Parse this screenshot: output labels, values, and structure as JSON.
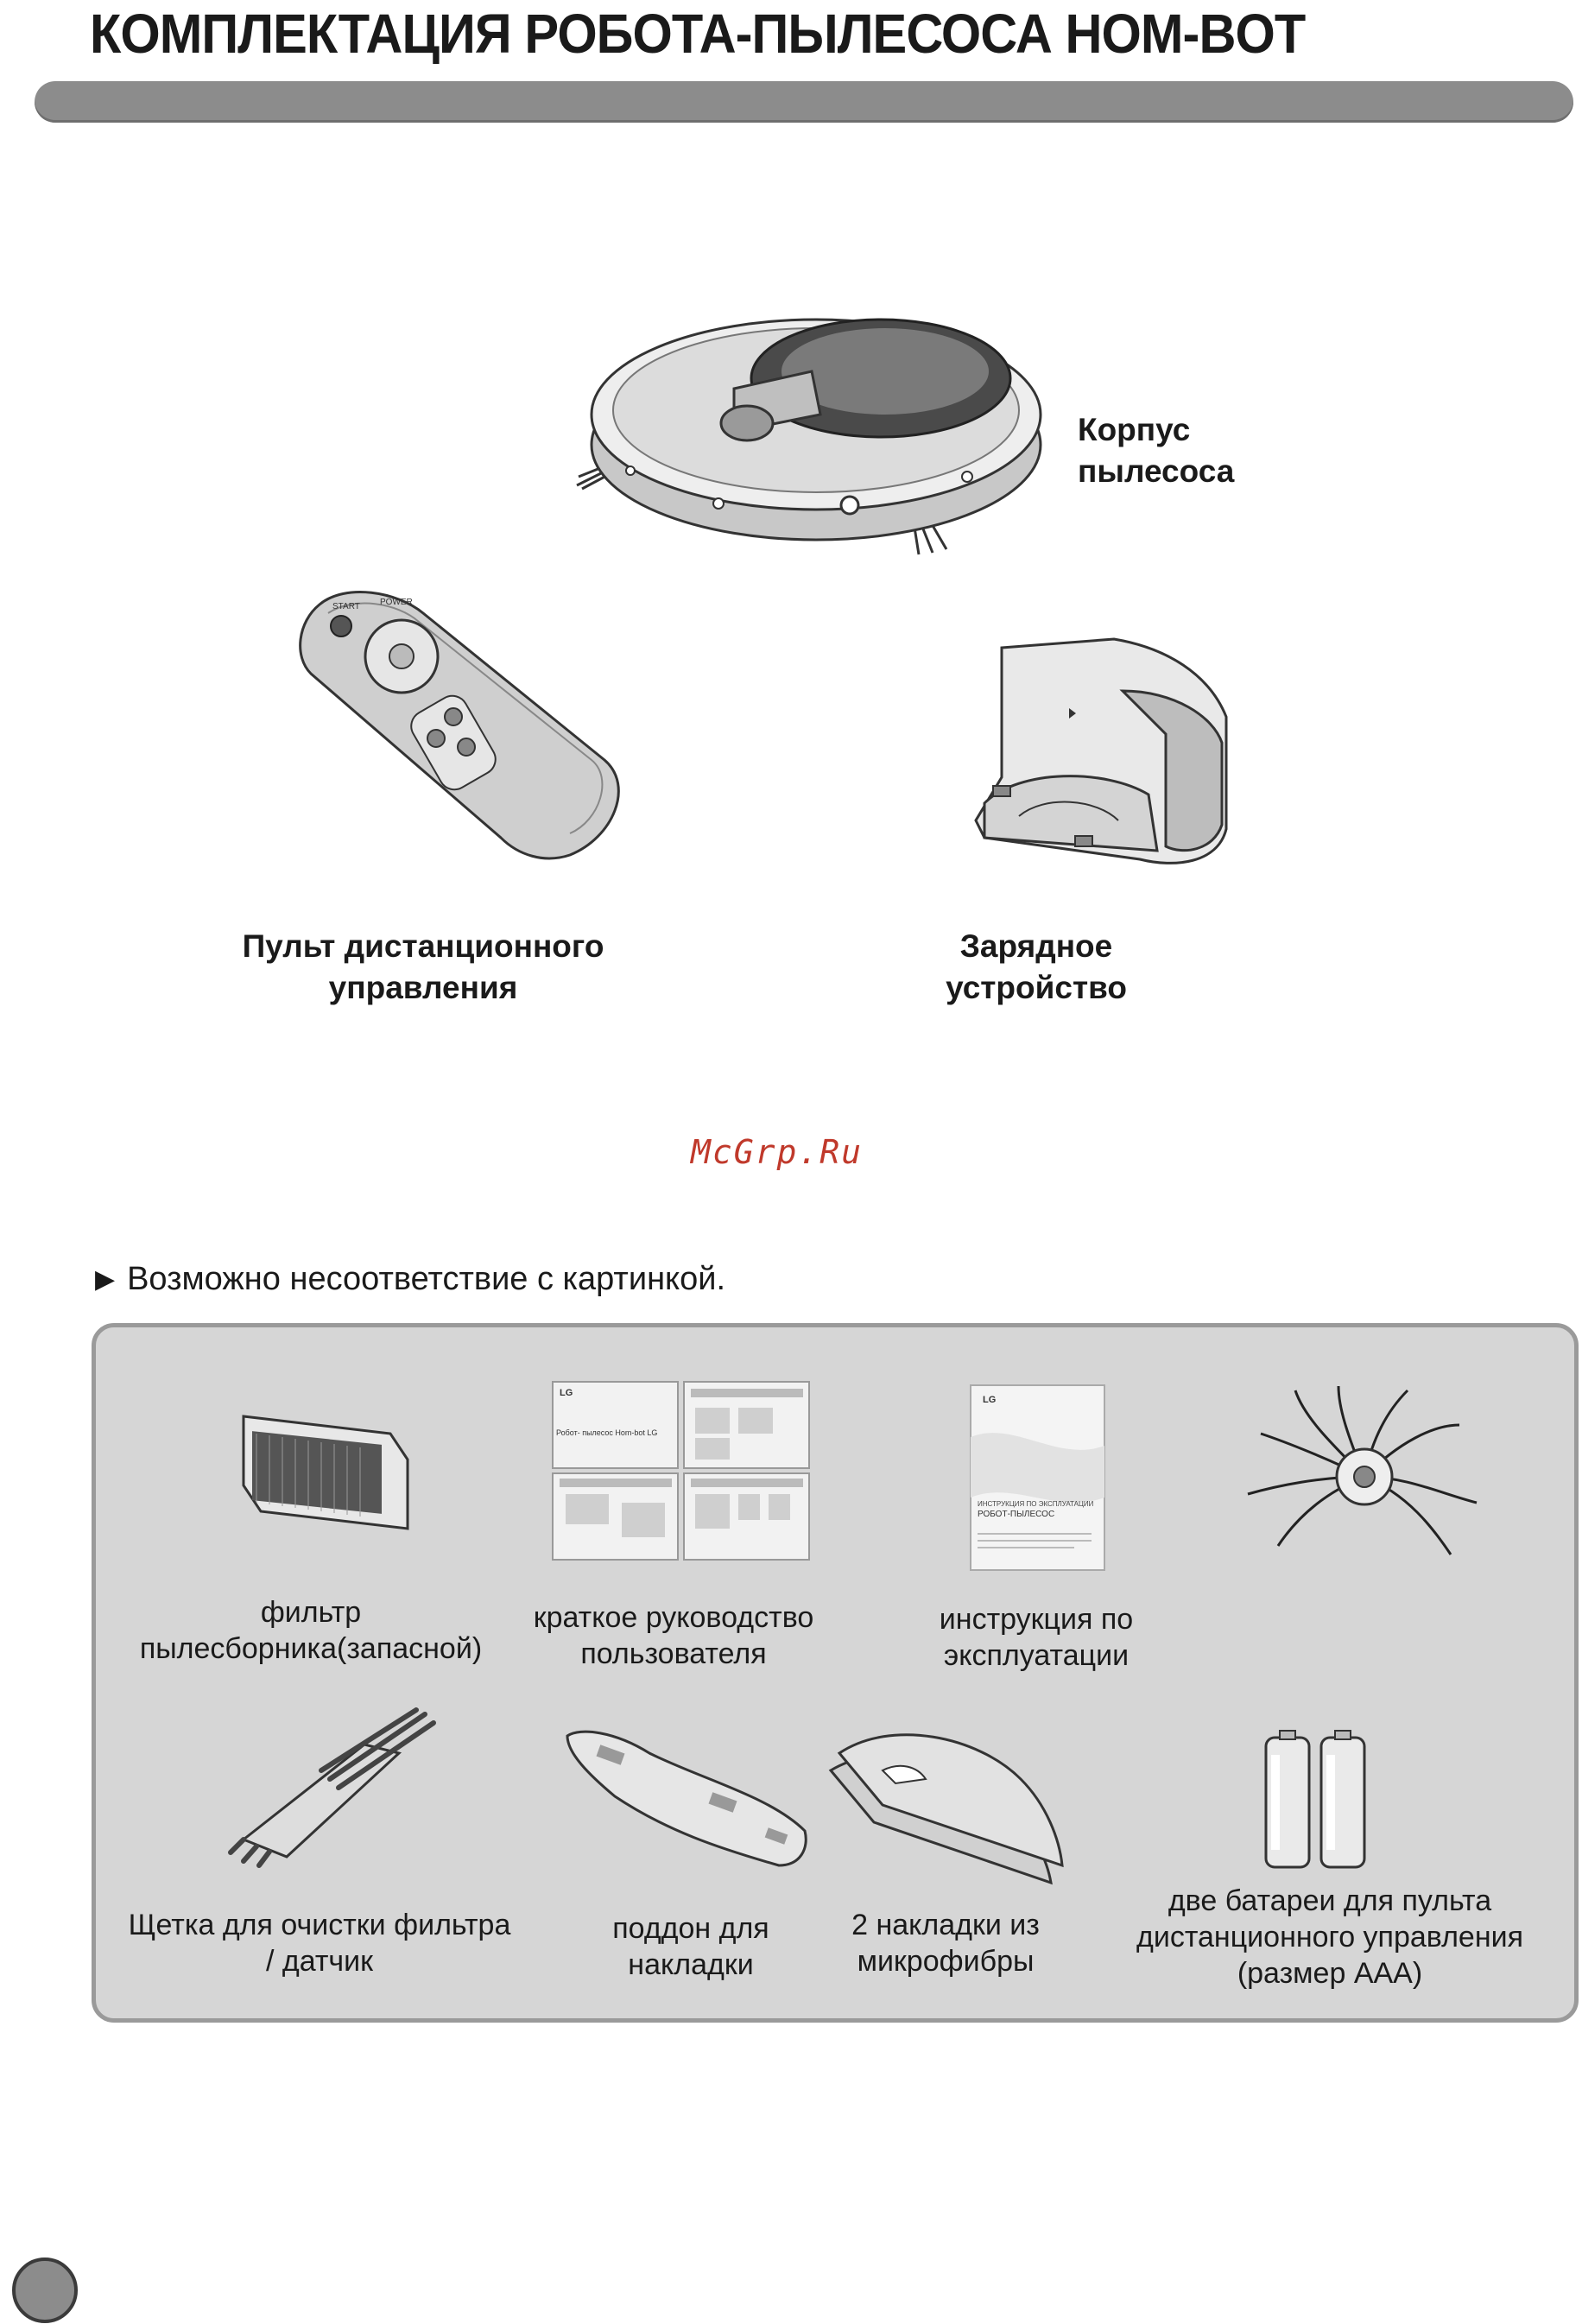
{
  "header": {
    "title": "КОМПЛЕКТАЦИЯ РОБОТА-ПЫЛЕСОСА HOM-BOT"
  },
  "main_items": {
    "body": {
      "label_line1": "Корпус",
      "label_line2": "пылесоса"
    },
    "remote": {
      "label_line1": "Пульт дистанционного",
      "label_line2": "управления"
    },
    "charger": {
      "label_line1": "Зарядное",
      "label_line2": "устройство"
    }
  },
  "watermark": "McGrp.Ru",
  "note": {
    "text": "Возможно несоответствие с картинкой."
  },
  "accessories": [
    {
      "line1": "фильтр",
      "line2": "пылесборника(запасной)",
      "line3": ""
    },
    {
      "line1": "краткое руководство",
      "line2": "пользователя",
      "line3": ""
    },
    {
      "line1": "инструкция по",
      "line2": "эксплуатации",
      "line3": ""
    },
    {
      "line1": "",
      "line2": "",
      "line3": ""
    },
    {
      "line1": "Щетка для очистки фильтра",
      "line2": "/ датчик",
      "line3": ""
    },
    {
      "line1": "поддон для",
      "line2": "накладки",
      "line3": ""
    },
    {
      "line1": "2 накладки из",
      "line2": "микрофибры",
      "line3": ""
    },
    {
      "line1": "две батареи для пульта",
      "line2": "дистанционного управления",
      "line3": "(размер AAA)"
    }
  ],
  "remote_buttons": {
    "start": "START",
    "power": "POWER"
  },
  "booklet": {
    "brand": "LG",
    "quick_title": "Робот- пылесос Hom-bot LG",
    "manual_title_1": "ИНСТРУКЦИЯ ПО ЭКСПЛУАТАЦИИ",
    "manual_title_2": "РОБОТ-ПЫЛЕСОС"
  },
  "colors": {
    "title_bar": "#8c8c8c",
    "box_bg": "#d6d6d6",
    "watermark": "#c0392b"
  },
  "icons": [
    "robot-vacuum-image",
    "remote-control-image",
    "charging-dock-image",
    "filter-image",
    "quick-guide-image",
    "manual-image",
    "side-brush-image",
    "cleaning-brush-image",
    "pad-holder-image",
    "microfiber-pad-image",
    "battery-image",
    "triangle-right-icon"
  ]
}
